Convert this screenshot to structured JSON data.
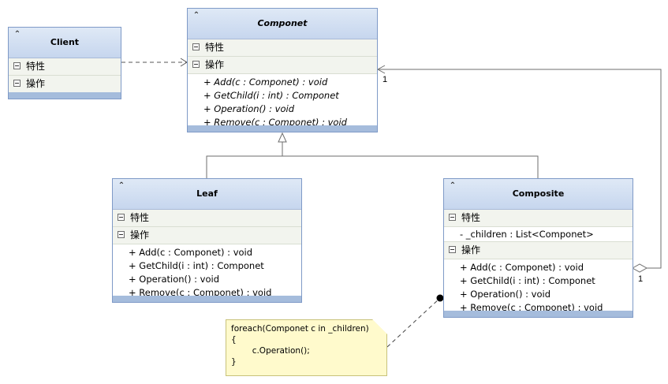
{
  "classes": {
    "componet": {
      "name": "Componet",
      "sections": [
        {
          "label": "特性",
          "members": []
        },
        {
          "label": "操作",
          "members": [
            "+ Add(c : Componet) : void",
            "+ GetChild(i : int) : Componet",
            "+ Operation() : void",
            "+ Remove(c : Componet) : void"
          ]
        }
      ]
    },
    "client": {
      "name": "Client",
      "sections": [
        {
          "label": "特性",
          "members": []
        },
        {
          "label": "操作",
          "members": []
        }
      ]
    },
    "leaf": {
      "name": "Leaf",
      "sections": [
        {
          "label": "特性",
          "members": []
        },
        {
          "label": "操作",
          "members": [
            "+ Add(c : Componet) : void",
            "+ GetChild(i : int) : Componet",
            "+ Operation() : void",
            "+ Remove(c : Componet) : void"
          ]
        }
      ]
    },
    "composite": {
      "name": "Composite",
      "sections": [
        {
          "label": "特性",
          "members": [
            "- _children : List<Componet>"
          ]
        },
        {
          "label": "操作",
          "members": [
            "+ Add(c : Componet) : void",
            "+ GetChild(i : int) : Componet",
            "+ Operation() : void",
            "+ Remove(c : Componet) : void"
          ]
        }
      ]
    }
  },
  "note": {
    "lines": [
      "foreach(Componet c in _children)",
      "{",
      "        c.Operation();",
      "}"
    ]
  },
  "multiplicities": {
    "componet_end": "1",
    "composite_end": "1"
  },
  "colors": {
    "header_top": "#dfe9f6",
    "header_bottom": "#c6d6ee",
    "border": "#7f9ac7",
    "footer": "#a5bcdc",
    "note_fill": "#fffacc",
    "line": "#6e6e6e"
  }
}
